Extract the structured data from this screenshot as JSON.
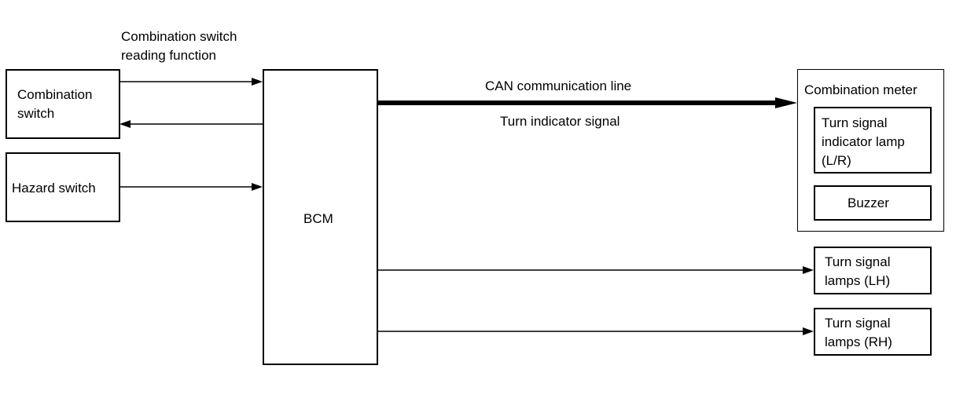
{
  "labels": {
    "reading_function_line1": "Combination switch",
    "reading_function_line2": "reading function",
    "can_line": "CAN communication line",
    "turn_indicator_signal": "Turn indicator signal"
  },
  "blocks": {
    "combination_switch": {
      "line1": "Combination",
      "line2": "switch"
    },
    "hazard_switch": {
      "line1": "Hazard switch"
    },
    "bcm": {
      "line1": "BCM"
    },
    "combination_meter": {
      "line1": "Combination meter"
    },
    "turn_signal_indicator_lamp": {
      "line1": "Turn signal",
      "line2": "indicator lamp",
      "line3": "(L/R)"
    },
    "buzzer": {
      "line1": "Buzzer"
    },
    "turn_signal_lamps_lh": {
      "line1": "Turn signal",
      "line2": "lamps (LH)"
    },
    "turn_signal_lamps_rh": {
      "line1": "Turn signal",
      "line2": "lamps (RH)"
    }
  }
}
